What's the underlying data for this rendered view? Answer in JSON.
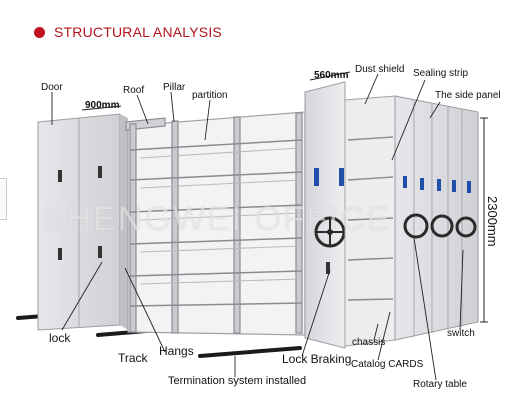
{
  "header": {
    "title": "STRUCTURAL ANALYSIS"
  },
  "watermark": "SHENGWEI OFFICE",
  "dimensions": {
    "depth": "560mm",
    "width": "900mm",
    "height": "2300mm"
  },
  "labels": {
    "door": "Door",
    "roof": "Roof",
    "pillar": "Pillar",
    "partition": "partition",
    "dust_shield": "Dust shield",
    "sealing_strip": "Sealing strip",
    "side_panel": "The side panel",
    "lock": "lock",
    "track": "Track",
    "hangs": "Hangs",
    "lock_braking": "Lock Braking",
    "chassis": "chassis",
    "catalog_cards": "Catalog CARDS",
    "switch": "switch",
    "rotary_table": "Rotary table",
    "termination": "Termination system installed"
  },
  "colors": {
    "accent": "#b3151f",
    "panel": "#dcdde0",
    "frame": "#c6c8cc"
  }
}
